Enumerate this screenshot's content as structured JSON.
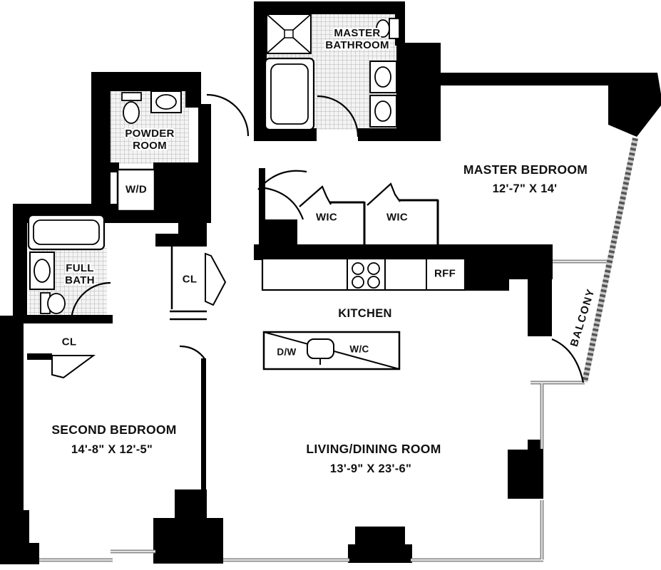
{
  "colors": {
    "wall": "#000000",
    "window": "#8a8a8a",
    "tile_fill": "#f4f4f4",
    "tile_line": "#b5b5b5",
    "rail": "#555555"
  },
  "rooms": {
    "master_bathroom": {
      "line1": "MASTER",
      "line2": "BATHROOM"
    },
    "powder_room": {
      "line1": "POWDER",
      "line2": "ROOM"
    },
    "master_bedroom": {
      "name": "MASTER BEDROOM",
      "dims": "12'-7\" X 14'"
    },
    "wic_left": {
      "name": "WIC"
    },
    "wic_right": {
      "name": "WIC"
    },
    "kitchen": {
      "name": "KITCHEN"
    },
    "full_bath": {
      "line1": "FULL",
      "line2": "BATH"
    },
    "closet_bath": {
      "name": "CL"
    },
    "closet_bedroom": {
      "name": "CL"
    },
    "second_bedroom": {
      "name": "SECOND BEDROOM",
      "dims": "14'-8\" X 12'-5\""
    },
    "living_dining": {
      "name": "LIVING/DINING ROOM",
      "dims": "13'-9\" X 23'-6\""
    },
    "balcony": {
      "name": "BALCONY"
    }
  },
  "fixtures": {
    "washer_dryer": "W/D",
    "refrigerator": "RFF",
    "dishwasher": "D/W",
    "water_closet": "W/C"
  }
}
